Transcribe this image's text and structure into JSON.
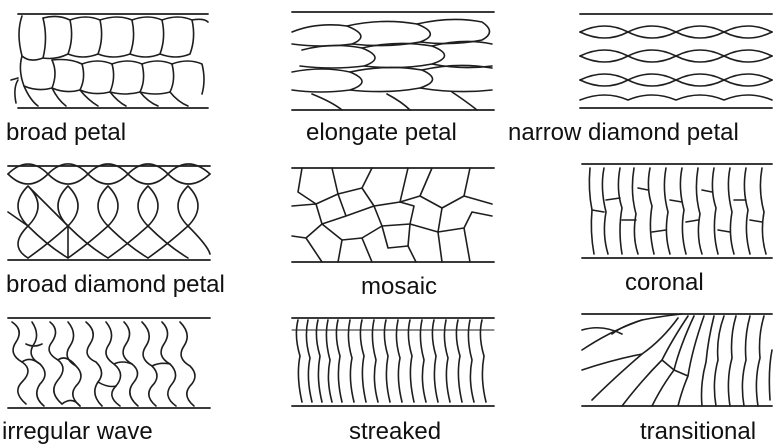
{
  "patterns": [
    {
      "label": "broad petal"
    },
    {
      "label": "elongate petal"
    },
    {
      "label": "narrow diamond petal"
    },
    {
      "label": "broad diamond petal"
    },
    {
      "label": "mosaic"
    },
    {
      "label": "coronal"
    },
    {
      "label": "irregular wave"
    },
    {
      "label": "streaked"
    },
    {
      "label": "transitional"
    }
  ]
}
